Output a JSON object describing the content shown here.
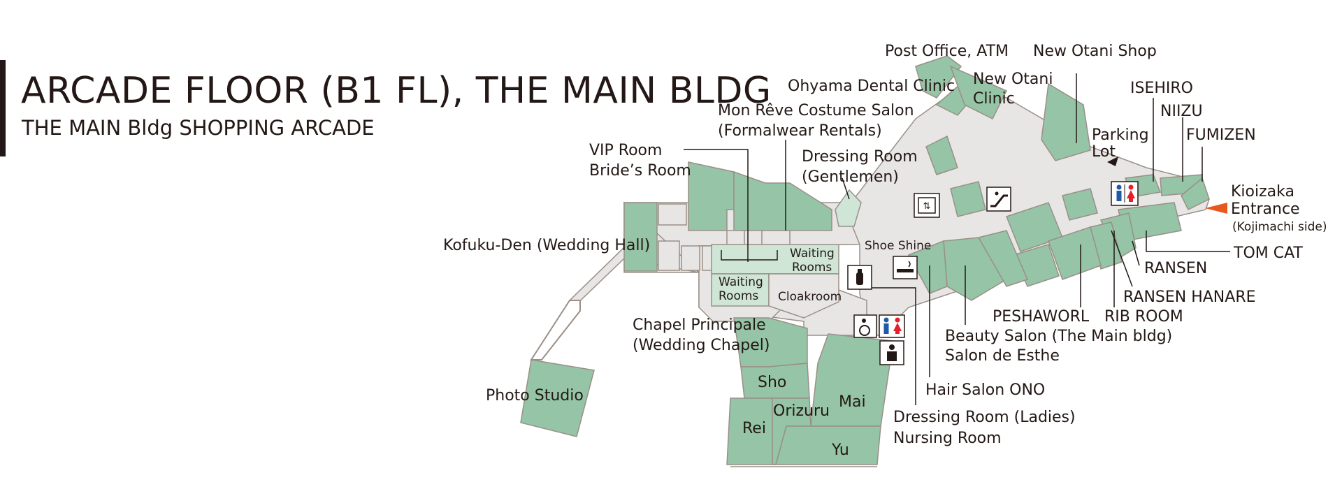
{
  "header": {
    "title": "ARCADE FLOOR (B1 FL), THE MAIN BLDG",
    "subtitle": "THE MAIN Bldg SHOPPING ARCADE"
  },
  "colors": {
    "room": "#95c4a6",
    "pale_room": "#cfe6d7",
    "corridor": "#e8e6e4",
    "text": "#231815",
    "entrance_arrow": "#e8581c",
    "male_icon": "#1f5aa6",
    "female_icon": "#e5202a"
  },
  "labels": {
    "post_office": "Post Office, ATM",
    "new_otani_shop": "New Otani Shop",
    "ohyama": "Ohyama Dental Clinic",
    "new_otani_clinic_1": "New Otani",
    "new_otani_clinic_2": "Clinic",
    "isehiro": "ISEHIRO",
    "niizu": "NIIZU",
    "fumizen": "FUMIZEN",
    "costume_1": "Mon Rêve Costume Salon",
    "costume_2": "(Formalwear Rentals)",
    "parking_1": "Parking",
    "parking_2": "Lot",
    "vip_1": "VIP Room",
    "vip_2": "Bride’s Room",
    "dressing_gent_1": "Dressing Room",
    "dressing_gent_2": "(Gentlemen)",
    "kioizaka_1": "Kioizaka",
    "kioizaka_2": "Entrance",
    "kioizaka_3": "(Kojimachi side)",
    "kofuku": "Kofuku-Den (Wedding Hall)",
    "shoe_shine": "Shoe Shine",
    "waiting_r_1": "Waiting",
    "waiting_r_2": "Rooms",
    "waiting_l_1": "Waiting",
    "waiting_l_2": "Rooms",
    "cloakroom": "Cloakroom",
    "tom_cat": "TOM CAT",
    "ransen": "RANSEN",
    "ransen_hanare": "RANSEN HANARE",
    "peshaworl": "PESHAWORL",
    "rib_room": "RIB ROOM",
    "chapel_1": "Chapel Principale",
    "chapel_2": "(Wedding Chapel)",
    "beauty_1": "Beauty Salon (The Main bldg)",
    "beauty_2": "Salon de Esthe",
    "sho": "Sho",
    "mai": "Mai",
    "orizuru": "Orizuru",
    "rei": "Rei",
    "yu": "Yu",
    "photo_studio": "Photo Studio",
    "hair_salon": "Hair Salon ONO",
    "dressing_ladies_1": "Dressing Room (Ladies)",
    "dressing_ladies_2": "Nursing Room"
  },
  "icons": [
    "elevator-icon",
    "escalator-icon",
    "restroom-icon",
    "smoking-area-icon",
    "nursing-room-icon",
    "accessible-restroom-icon",
    "atm-icon",
    "entrance-arrow-icon",
    "parking-arrow-icon"
  ]
}
